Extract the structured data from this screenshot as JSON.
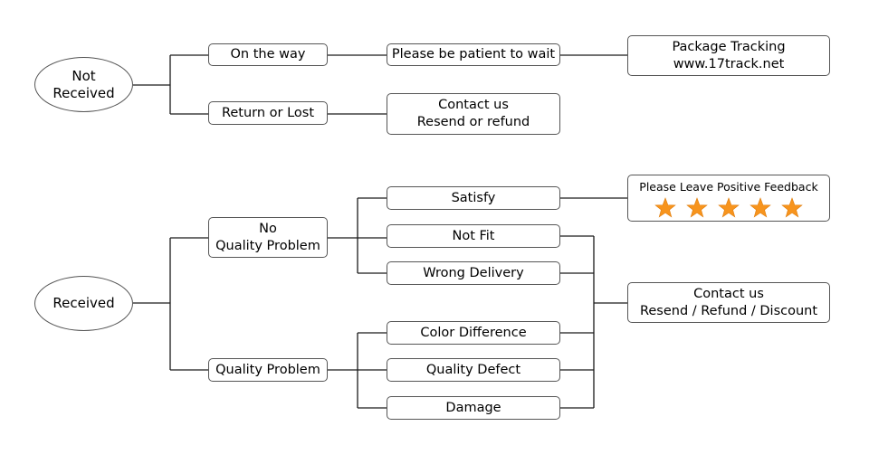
{
  "diagram": {
    "not_received": {
      "root": [
        "Not",
        "Received"
      ],
      "on_the_way": "On the way",
      "return_or_lost": "Return or Lost",
      "be_patient": "Please be patient to wait",
      "contact": [
        "Contact us",
        "Resend or refund"
      ],
      "tracking": [
        "Package Tracking",
        "www.17track.net"
      ]
    },
    "received": {
      "root": "Received",
      "no_quality_problem": [
        "No",
        "Quality Problem"
      ],
      "quality_problem": "Quality Problem",
      "satisfy": "Satisfy",
      "not_fit": "Not Fit",
      "wrong_delivery": "Wrong Delivery",
      "color_difference": "Color Difference",
      "quality_defect": "Quality Defect",
      "damage": "Damage",
      "feedback": {
        "text": "Please Leave Positive Feedback",
        "stars": 5,
        "star_color": "#F7941D"
      },
      "contact": [
        "Contact us",
        "Resend / Refund / Discount"
      ]
    }
  }
}
